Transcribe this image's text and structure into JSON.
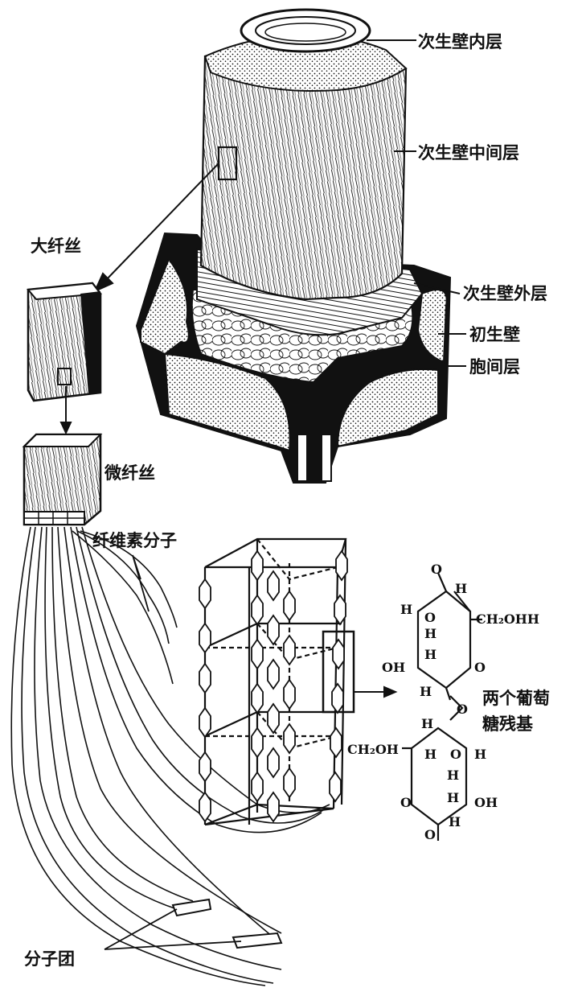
{
  "labels": {
    "secondary_wall_inner": "次生壁内层",
    "secondary_wall_middle": "次生壁中间层",
    "secondary_wall_outer": "次生壁外层",
    "primary_wall": "初生壁",
    "middle_lamella": "胞间层",
    "macrofibril": "大纤丝",
    "microfibril": "微纤丝",
    "cellulose_molecule": "纤维素分子",
    "micelle": "分子团",
    "two_glucose_residues_line1": "两个葡萄",
    "two_glucose_residues_line2": "糖残基"
  },
  "chem": {
    "top_O": "O",
    "top_H_right": "H",
    "top_H_left": "H",
    "ch2ohh": "CH₂OHH",
    "mid_O1": "O",
    "mid_H1": "H",
    "mid_H2": "H",
    "oh_left": "OH",
    "ring_O_right": "O",
    "link_H": "H",
    "bridge_O": "O",
    "lower_H_left": "H",
    "lower_ch2oh": "CH₂OH",
    "lower_H1": "H",
    "lower_O1": "O",
    "lower_H2": "H",
    "lower_H3": "H",
    "ring_O_left": "O",
    "lower_H4": "H",
    "oh_right": "OH",
    "bottom_H": "H",
    "bottom_O": "O"
  },
  "colors": {
    "ink": "#111111",
    "paper": "#ffffff"
  }
}
